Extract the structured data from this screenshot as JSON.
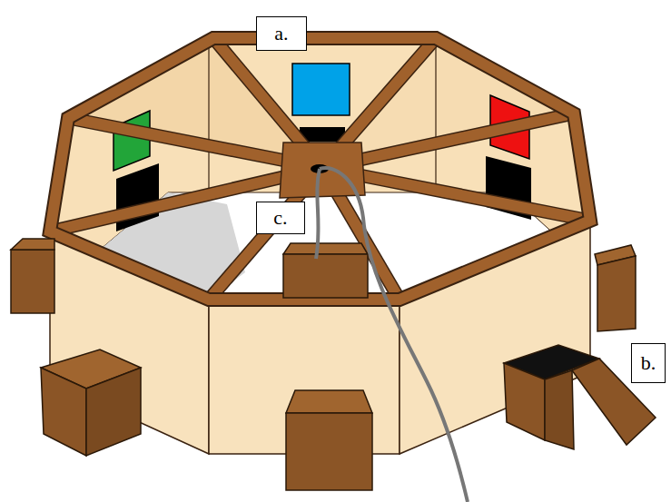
{
  "diagram": {
    "nodes": [
      {
        "text": [
          "a."
        ]
      },
      {
        "text": [
          "c."
        ]
      },
      {
        "text": [
          "b."
        ]
      }
    ]
  }
}
